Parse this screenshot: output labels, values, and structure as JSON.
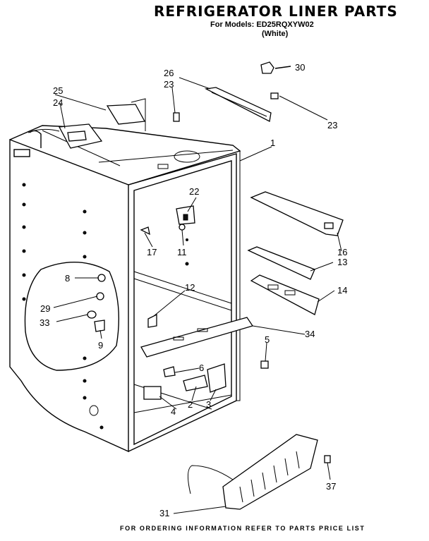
{
  "header": {
    "title": "REFRIGERATOR LINER PARTS",
    "model_line": "For Models: ED25RQXYW02",
    "variant": "(White)"
  },
  "footer": {
    "note": "FOR ORDERING INFORMATION REFER TO PARTS PRICE LIST"
  },
  "callouts": {
    "c1": "1",
    "c2": "2",
    "c3": "3",
    "c4": "4",
    "c5": "5",
    "c6": "6",
    "c8": "8",
    "c9": "9",
    "c11": "11",
    "c12": "12",
    "c13": "13",
    "c14": "14",
    "c16": "16",
    "c17": "17",
    "c22": "22",
    "c23a": "23",
    "c23b": "23",
    "c24": "24",
    "c25": "25",
    "c26": "26",
    "c29": "29",
    "c30": "30",
    "c31": "31",
    "c33": "33",
    "c34": "34",
    "c37": "37"
  }
}
